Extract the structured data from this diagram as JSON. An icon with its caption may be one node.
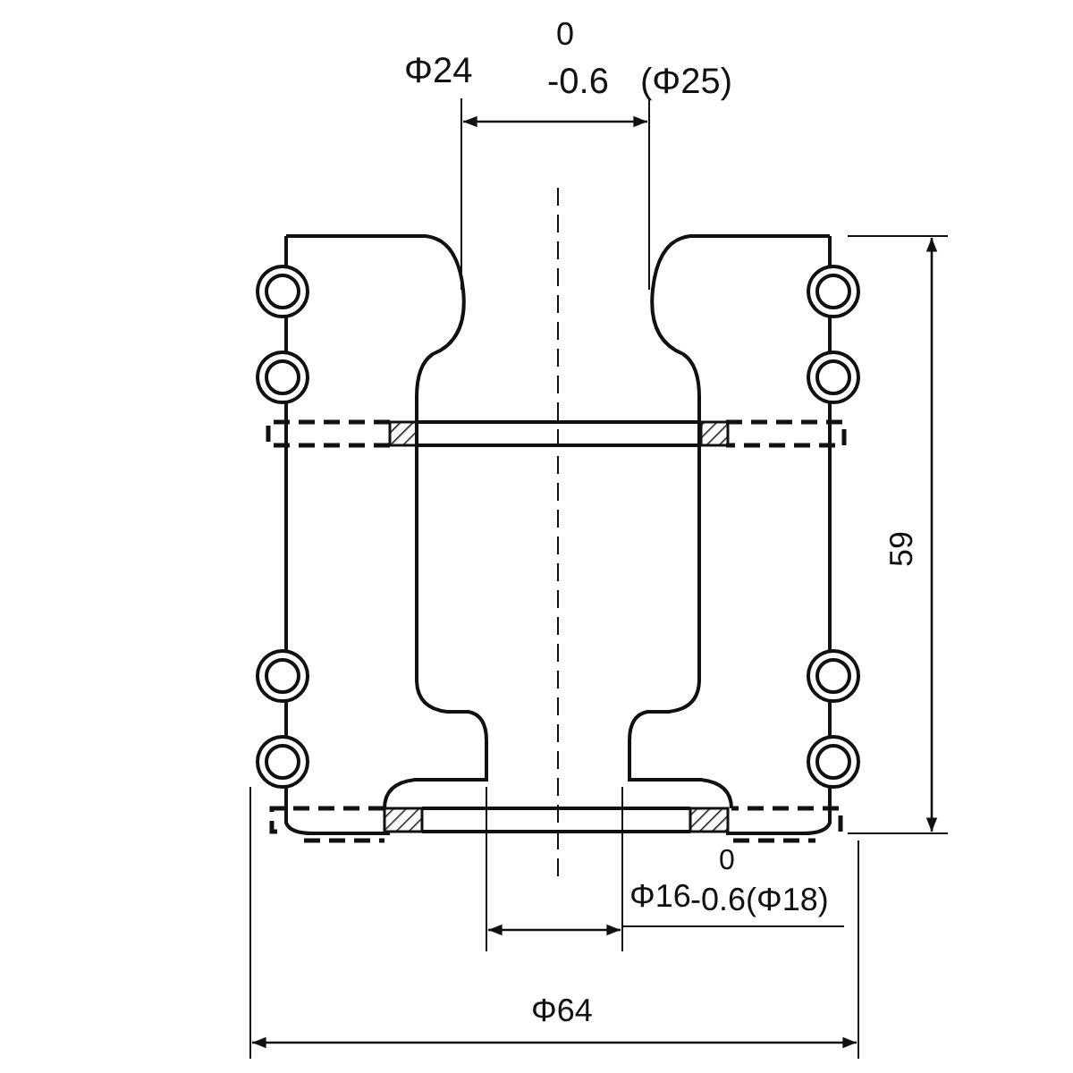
{
  "diagram": {
    "labels": [
      "Φ24",
      "0",
      "-0.6",
      "(Φ25)",
      "59",
      "Φ16",
      "0",
      "-0.6(Φ18)",
      "Φ64"
    ]
  }
}
